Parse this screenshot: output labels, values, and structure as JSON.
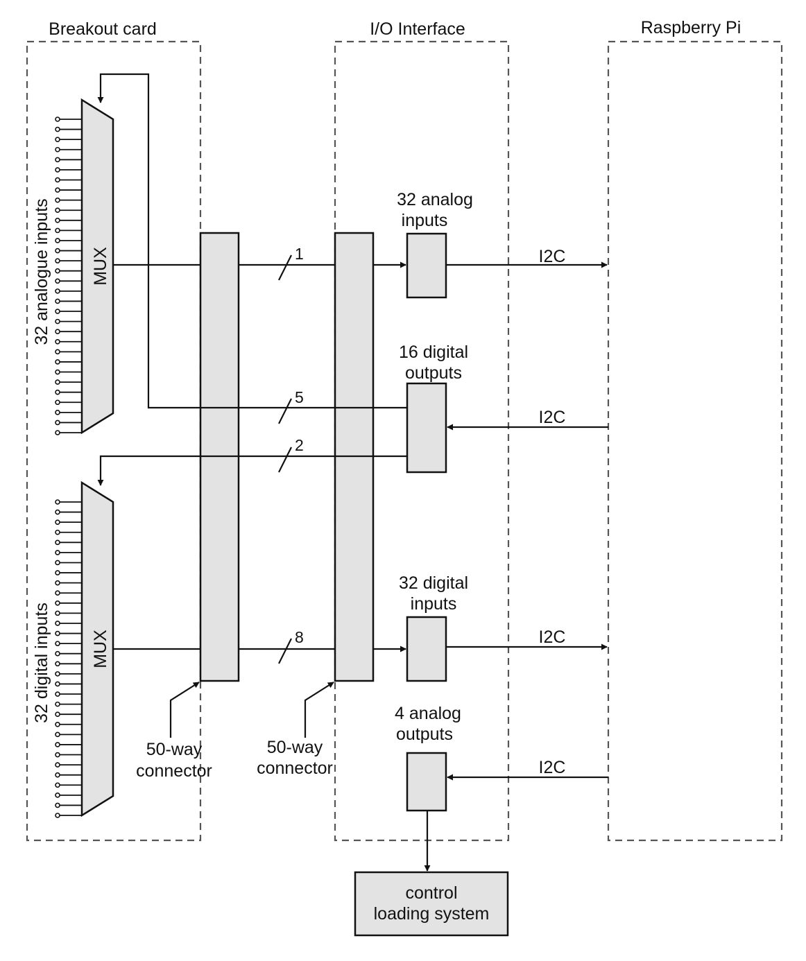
{
  "regions": {
    "breakout_card": "Breakout card",
    "io_interface": "I/O Interface",
    "raspberry_pi": "Raspberry Pi"
  },
  "breakout": {
    "analog_mux_label": "MUX",
    "digital_mux_label": "MUX",
    "analog_inputs_label": "32 analogue inputs",
    "digital_inputs_label": "32 digital inputs",
    "connector_label_line1": "50-way",
    "connector_label_line2": "connector",
    "analog_pin_count": 32,
    "digital_pin_count": 32
  },
  "interface": {
    "connector_label_line1": "50-way",
    "connector_label_line2": "connector",
    "blocks": [
      {
        "line1": "32 analog",
        "line2": "inputs"
      },
      {
        "line1": "16 digital",
        "line2": "outputs"
      },
      {
        "line1": "32 digital",
        "line2": "inputs"
      },
      {
        "line1": "4 analog",
        "line2": "outputs"
      }
    ]
  },
  "buses": {
    "analog_in": "1",
    "mux_select": "5",
    "digital_select": "2",
    "digital_in": "8"
  },
  "i2c_links": [
    "I2C",
    "I2C",
    "I2C",
    "I2C"
  ],
  "control": {
    "line1": "control",
    "line2": "loading system"
  }
}
